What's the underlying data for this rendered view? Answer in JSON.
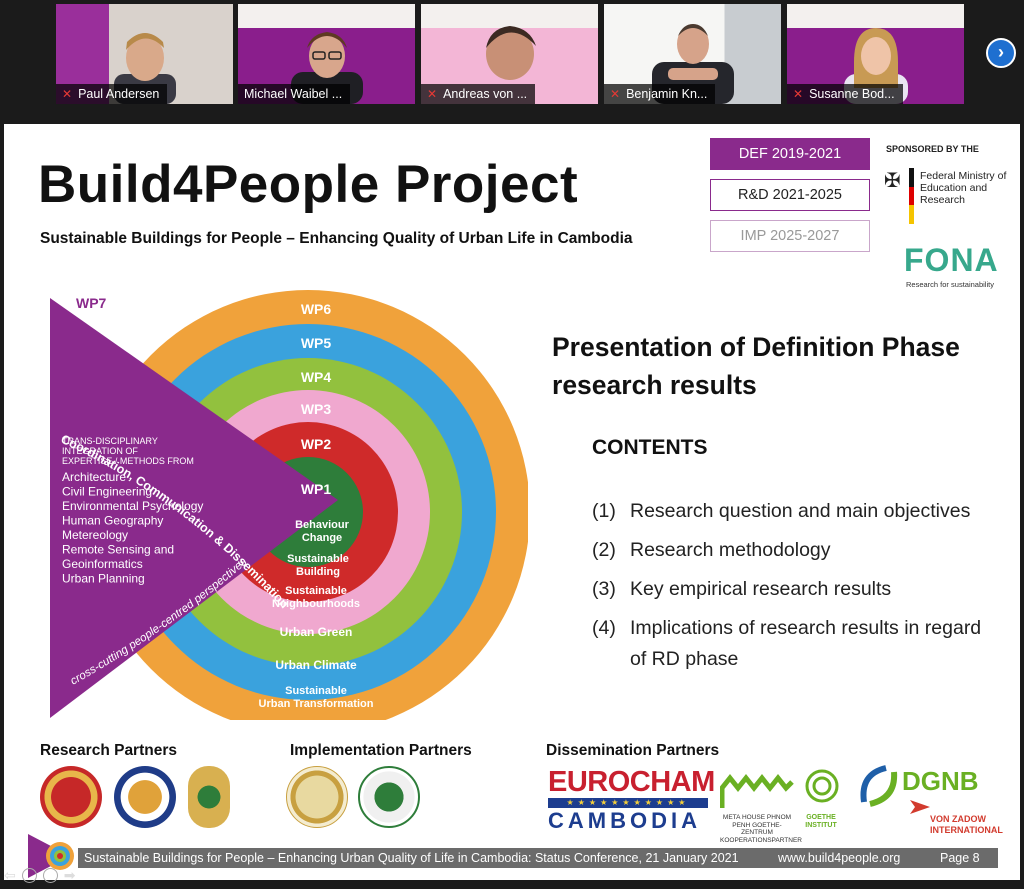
{
  "participants": [
    {
      "name": "Paul Andersen",
      "muted": true
    },
    {
      "name": "Michael Waibel ...",
      "muted": false
    },
    {
      "name": "Andreas von ...",
      "muted": true
    },
    {
      "name": "Benjamin Kn...",
      "muted": true
    },
    {
      "name": "Susanne Bod...",
      "muted": true
    }
  ],
  "colors": {
    "purple": "#8a2a8c",
    "orange": "#f0a23b",
    "blue": "#3aa2dd",
    "green": "#92c13e",
    "pink": "#f0a8cf",
    "red": "#cf2a2a",
    "darkgreen": "#2e7d3a"
  },
  "slide": {
    "title": "Build4People Project",
    "subtitle": "Sustainable Buildings for People – Enhancing Quality of Urban Life in Cambodia",
    "phases": {
      "def": "DEF 2019-2021",
      "rd": "R&D 2021-2025",
      "imp": "IMP 2025-2027"
    },
    "sponsor": {
      "label": "SPONSORED BY THE",
      "ministry": "Federal Ministry of Education and Research",
      "fona": "FONA",
      "fona_tag": "Research for sustainability"
    },
    "diagram": {
      "wp7": "WP7",
      "wp7_arc": "Coordination, Communication & Dissemination",
      "cross_cutting": "cross-cutting people-centred perspectives",
      "trans_heading": [
        "TRANS-DISCIPLINARY",
        "INTEGRATION OF",
        "EXPERTISE / METHODS FROM"
      ],
      "disciplines": [
        "Architecture",
        "Civil Engineering",
        "Environmental Psychology",
        "Human Geography",
        "Metereology",
        "Remote Sensing and",
        "Geoinformatics",
        "Urban Planning"
      ],
      "rings": {
        "wp6": "WP6",
        "wp5": "WP5",
        "wp4": "WP4",
        "wp3": "WP3",
        "wp2": "WP2",
        "wp1": "WP1",
        "behaviour1": "Behaviour",
        "behaviour2": "Change",
        "building1": "Sustainable",
        "building2": "Building",
        "neigh1": "Sustainable",
        "neigh2": "Neighbourhoods",
        "green": "Urban Green",
        "climate": "Urban Climate",
        "transf1": "Sustainable",
        "transf2": "Urban Transformation"
      }
    },
    "presentation_heading": "Presentation of Definition Phase research results",
    "contents_heading": "CONTENTS",
    "contents": [
      {
        "num": "(1)",
        "text": "Research question and main objectives"
      },
      {
        "num": "(2)",
        "text": "Research methodology"
      },
      {
        "num": "(3)",
        "text": "Key empirical research results"
      },
      {
        "num": "(4)",
        "text": "Implications of research results in regard of RD phase"
      }
    ],
    "partners": {
      "research": "Research Partners",
      "implementation": "Implementation Partners",
      "dissemination": "Dissemination Partners",
      "eurocham_top": "EUROCHAM",
      "eurocham_bottom": "CAMBODIA",
      "metahouse": "META HOUSE PHNOM PENH GOETHE-ZENTRUM KOOPERATIONSPARTNER",
      "goethe": "GOETHE INSTITUT",
      "dgnb": "DGNB",
      "vonzadow": "VON ZADOW INTERNATIONAL"
    },
    "footer": {
      "text": "Sustainable Buildings for People – Enhancing Urban Quality of Life in Cambodia: Status Conference, 21 January 2021",
      "url": "www.build4people.org",
      "page": "Page 8"
    }
  }
}
